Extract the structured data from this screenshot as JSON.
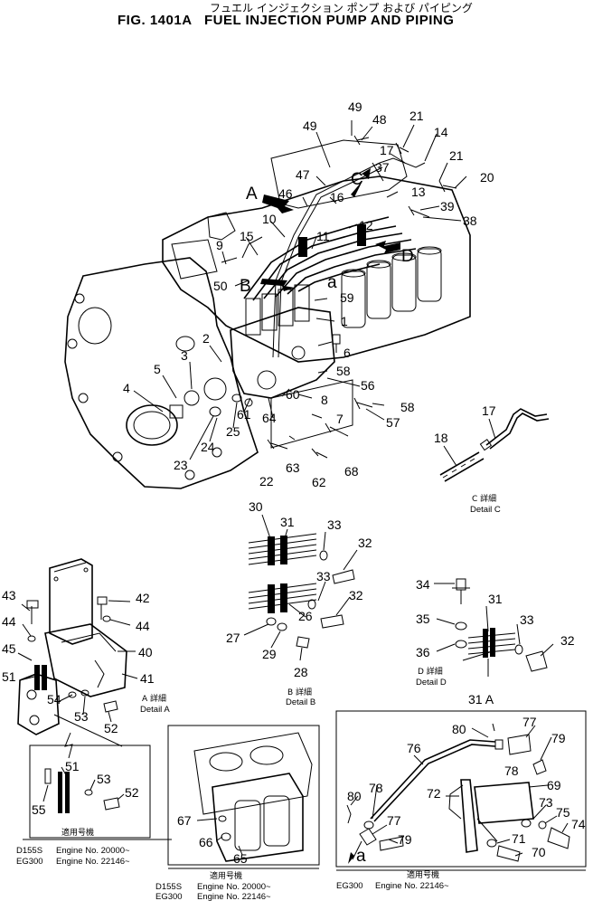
{
  "title": {
    "jp": "フュエル インジェクション ポンプ および パイピング",
    "fig": "FIG. 1401A",
    "en": "FUEL INJECTION PUMP AND PIPING"
  },
  "detail_letters": [
    "A",
    "B",
    "C",
    "D",
    "a"
  ],
  "captions": {
    "detail_a": {
      "jp": "A 詳細",
      "en": "Detail A"
    },
    "detail_b": {
      "jp": "B 詳細",
      "en": "Detail B"
    },
    "detail_c": {
      "jp": "C 詳細",
      "en": "Detail C"
    },
    "detail_d": {
      "jp": "D 詳細",
      "en": "Detail D"
    }
  },
  "applicability": {
    "box1": {
      "heading": "適用号機",
      "lines": [
        {
          "model": "D155S",
          "text": "Engine  No. 20000~"
        },
        {
          "model": "EG300",
          "text": "Engine  No. 22146~"
        }
      ]
    },
    "box2": {
      "heading": "適用号機",
      "lines": [
        {
          "model": "D155S",
          "text": "Engine  No. 20000~"
        },
        {
          "model": "EG300",
          "text": "Engine  No. 22146~"
        }
      ]
    },
    "box3": {
      "heading": "適用号機",
      "lines": [
        {
          "model": "EG300",
          "text": "Engine  No. 22146~"
        }
      ]
    }
  },
  "callouts": {
    "main": [
      "49",
      "48",
      "21",
      "14",
      "17",
      "21",
      "20",
      "49",
      "37",
      "47",
      "13",
      "A",
      "46",
      "16",
      "C",
      "39",
      "38",
      "10",
      "12",
      "D",
      "15",
      "11",
      "9",
      "50",
      "B",
      "a",
      "59",
      "1",
      "2",
      "6",
      "3",
      "5",
      "58",
      "56",
      "4",
      "60",
      "8",
      "58",
      "61",
      "64",
      "7",
      "57",
      "23",
      "24",
      "25",
      "68",
      "22",
      "63",
      "62"
    ],
    "detail_c": [
      "17",
      "18"
    ],
    "detail_b": [
      "30",
      "31",
      "33",
      "32",
      "33",
      "32",
      "26",
      "27",
      "29",
      "28"
    ],
    "detail_a": [
      "43",
      "42",
      "44",
      "44",
      "45",
      "40",
      "51",
      "41",
      "54",
      "53",
      "52"
    ],
    "detail_d": [
      "34",
      "31",
      "35",
      "33",
      "36",
      "32",
      "31 A"
    ],
    "box1": [
      "51",
      "53",
      "52",
      "55"
    ],
    "box2": [
      "67",
      "66",
      "65"
    ],
    "box3": [
      "80",
      "77",
      "79",
      "76",
      "78",
      "69",
      "72",
      "73",
      "75",
      "74",
      "71",
      "70",
      "80",
      "78",
      "77",
      "79",
      "a"
    ]
  }
}
